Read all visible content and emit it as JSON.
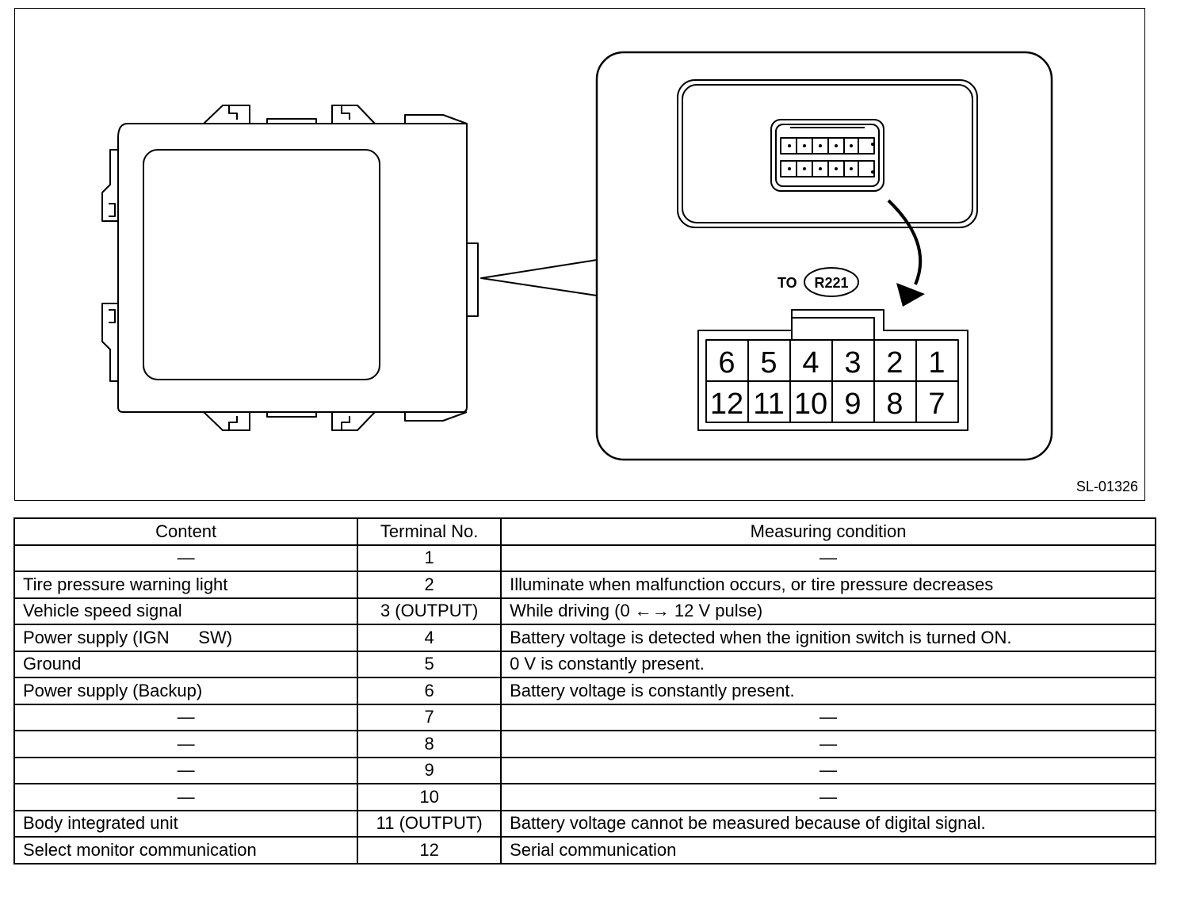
{
  "figure": {
    "id_label": "SL-01326",
    "connector_ref_prefix": "TO",
    "connector_ref_badge": "R221",
    "pin_rows": [
      [
        "6",
        "5",
        "4",
        "3",
        "2",
        "1"
      ],
      [
        "12",
        "11",
        "10",
        "9",
        "8",
        "7"
      ]
    ]
  },
  "table": {
    "headers": {
      "content": "Content",
      "terminal": "Terminal No.",
      "measuring": "Measuring condition"
    },
    "rows": [
      {
        "content": "—",
        "terminal": "1",
        "measuring": "—"
      },
      {
        "content": "Tire pressure warning light",
        "terminal": "2",
        "measuring": "Illuminate when malfunction occurs, or tire pressure decreases"
      },
      {
        "content": "Vehicle speed signal",
        "terminal": "3 (OUTPUT)",
        "measuring": "While driving (0 ←→ 12 V pulse)"
      },
      {
        "content": "Power supply (IGN      SW)",
        "terminal": "4",
        "measuring": "Battery voltage is detected when the ignition switch is turned ON."
      },
      {
        "content": "Ground",
        "terminal": "5",
        "measuring": "0 V is constantly present."
      },
      {
        "content": "Power supply (Backup)",
        "terminal": "6",
        "measuring": "Battery voltage is constantly present."
      },
      {
        "content": "—",
        "terminal": "7",
        "measuring": "—"
      },
      {
        "content": "—",
        "terminal": "8",
        "measuring": "—"
      },
      {
        "content": "—",
        "terminal": "9",
        "measuring": "—"
      },
      {
        "content": "—",
        "terminal": "10",
        "measuring": "—"
      },
      {
        "content": "Body integrated unit",
        "terminal": "11 (OUTPUT)",
        "measuring": "Battery voltage cannot be measured because of digital signal."
      },
      {
        "content": "Select monitor communication",
        "terminal": "12",
        "measuring": "Serial communication"
      }
    ]
  }
}
